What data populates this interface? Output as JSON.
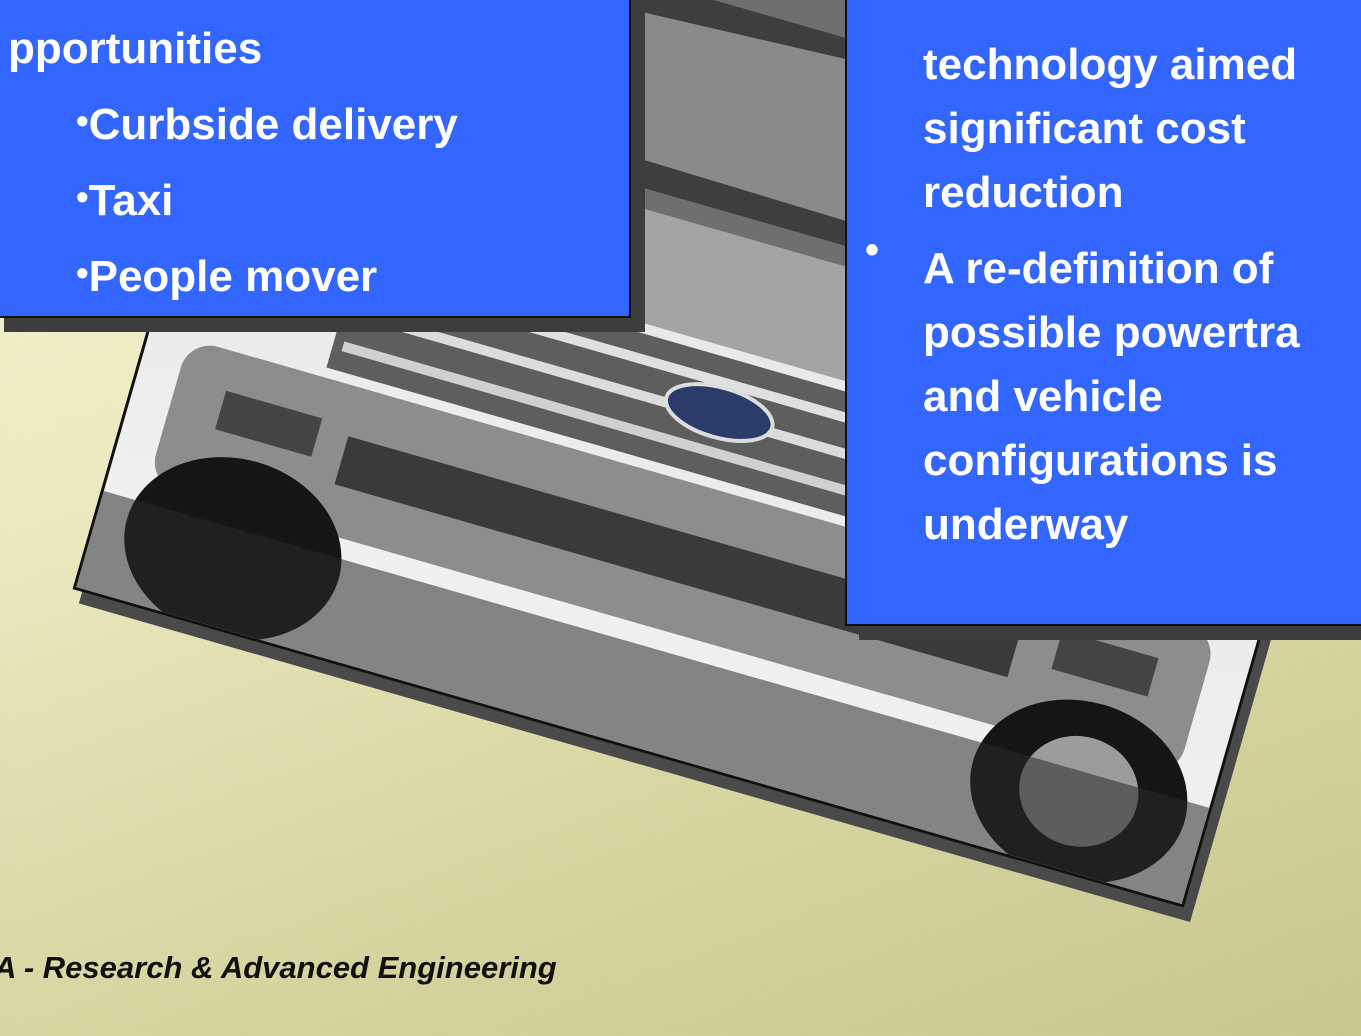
{
  "left_box": {
    "heading": "pportunities",
    "items": [
      "Curbside delivery",
      "Taxi",
      "People mover"
    ],
    "bullet": "•"
  },
  "right_box": {
    "lines_1": [
      "technology aimed",
      "significant cost",
      "reduction"
    ],
    "lines_2": [
      "A re-definition of",
      "possible powertra",
      "and vehicle",
      "configurations is",
      "underway"
    ],
    "bullet": "•"
  },
  "footer": "A - Research & Advanced Engineering",
  "colors": {
    "box_blue": "#3366ff",
    "shadow": "#3d3d3d",
    "background": "#f0eec4"
  }
}
